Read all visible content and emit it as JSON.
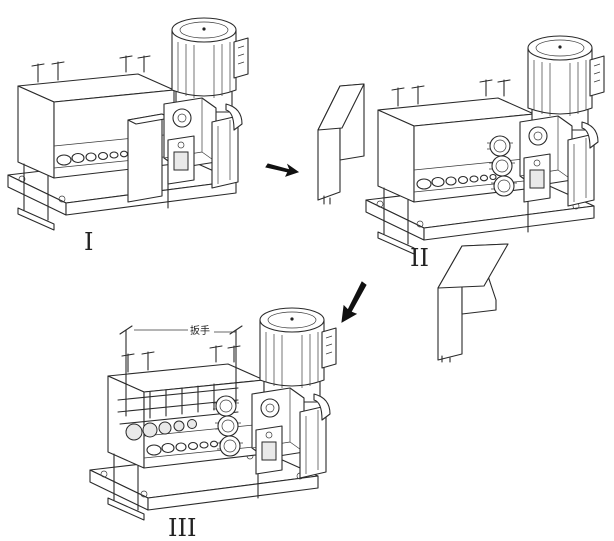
{
  "labels": {
    "step1": "I",
    "step2": "II",
    "step3": "III",
    "wrench": "扳手"
  }
}
